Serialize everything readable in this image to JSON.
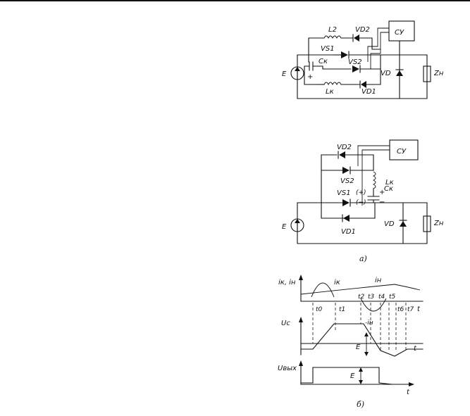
{
  "circuit_a": {
    "control_unit": "СУ",
    "source": "E",
    "load": "Zн",
    "labels": {
      "L2": "L2",
      "VD2": "VD2",
      "VS1": "VS1",
      "VS2": "VS2",
      "Ck": "Cк",
      "Lk": "Lк",
      "VD": "VD",
      "VD1": "VD1",
      "plus": "+"
    }
  },
  "circuit_b": {
    "control_unit": "СУ",
    "source": "E",
    "load": "Zн",
    "labels": {
      "VD2": "VD2",
      "VS2": "VS2",
      "VS1": "VS1",
      "Lk": "Lк",
      "Ck": "Cк",
      "plus_paren": "(+)",
      "minus_paren": "(−)",
      "plus": "+",
      "minus": "−",
      "VD": "VD",
      "VD1": "VD1"
    }
  },
  "caption_a": "а)",
  "caption_b": "б)",
  "timing": {
    "current_axis": "iк, iн",
    "ik": "iк",
    "in": "iн",
    "neg_in": "-iн",
    "t": "t",
    "times": [
      "t0",
      "t1",
      "t2",
      "t3",
      "t4",
      "t5",
      "t6",
      "t7"
    ],
    "uc_axis": "Uc",
    "E": "E",
    "uout_axis": "Uвых"
  }
}
